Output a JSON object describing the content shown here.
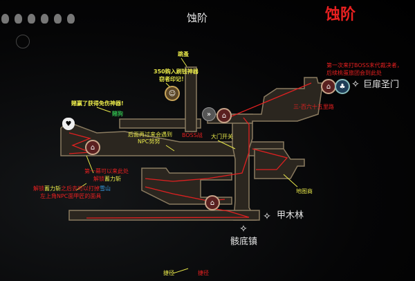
{
  "header": {
    "title": "蚀阶",
    "overlay_title": "蚀阶"
  },
  "labels": {
    "flea": "跳蚤",
    "shop1": "350购入刷钱神器",
    "shop2": "窃者印记！",
    "boss_note1": "第一次来打BOSS末代裁决者，",
    "boss_note2": "后续桃蛋旅团会到此处",
    "grand_gate": "巨扉圣门",
    "road": "三-百六十五里路",
    "gamble1": "赌赢了获得免伤神器!",
    "gamble2": "赌狗",
    "npc1": "后面再过来会遇到",
    "npc2": "NPC努努",
    "boss_fight": "BOSS战",
    "gate_switch": "大门开关",
    "act1_a": "第一幕可以来此处",
    "act1_b1": "解锁",
    "act1_b2": "蓄力斩",
    "note_a1": "解锁",
    "note_a2": "蓄力斩",
    "note_a3": "之后去可以打掉",
    "note_a4": "雪山",
    "note_b": "左上角NPC面甲匠的面具",
    "map_shop": "地图商",
    "wood": "甲木林",
    "town": "骸底镇",
    "shortcut_yellow": "捷径",
    "shortcut_red": "捷径"
  },
  "colors": {
    "note_yellow": "#e8e84a",
    "note_red": "#e82020",
    "room_fill": "#2b261f",
    "room_edge": "#8a7b60"
  }
}
